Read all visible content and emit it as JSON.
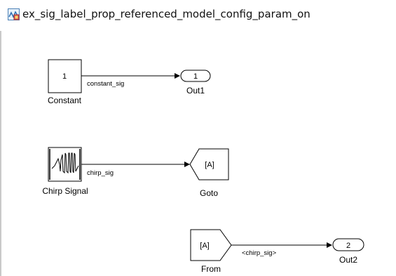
{
  "window": {
    "title": "ex_sig_label_prop_referenced_model_config_param_on",
    "icon": "simulink-model-icon"
  },
  "blocks": {
    "constant": {
      "name": "Constant",
      "value": "1"
    },
    "out1": {
      "name": "Out1",
      "port": "1"
    },
    "chirp": {
      "name": "Chirp Signal",
      "icon": "chirp-waveform-icon"
    },
    "goto": {
      "name": "Goto",
      "tag": "[A]"
    },
    "from": {
      "name": "From",
      "tag": "[A]"
    },
    "out2": {
      "name": "Out2",
      "port": "2"
    }
  },
  "signals": {
    "constant_sig": "constant_sig",
    "chirp_sig": "chirp_sig",
    "propagated": "<chirp_sig>"
  }
}
